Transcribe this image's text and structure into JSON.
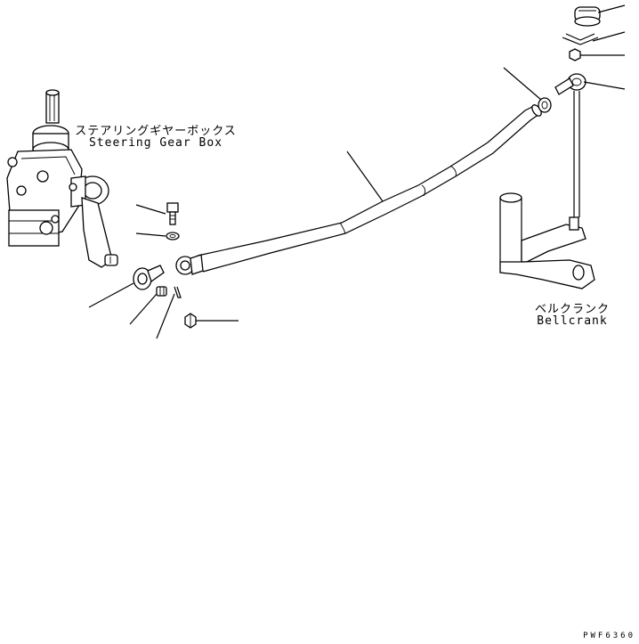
{
  "labels": {
    "steering_gear_box_jp": "ステアリングギヤーボックス",
    "steering_gear_box_en": "Steering Gear Box",
    "bellcrank_jp": "ベルクランク",
    "bellcrank_en": "Bellcrank"
  },
  "drawing_code": "PWF6360",
  "icons": {
    "gear_box": "steering-gear-box-icon",
    "rod": "steering-rod-icon",
    "bellcrank": "bellcrank-icon"
  }
}
